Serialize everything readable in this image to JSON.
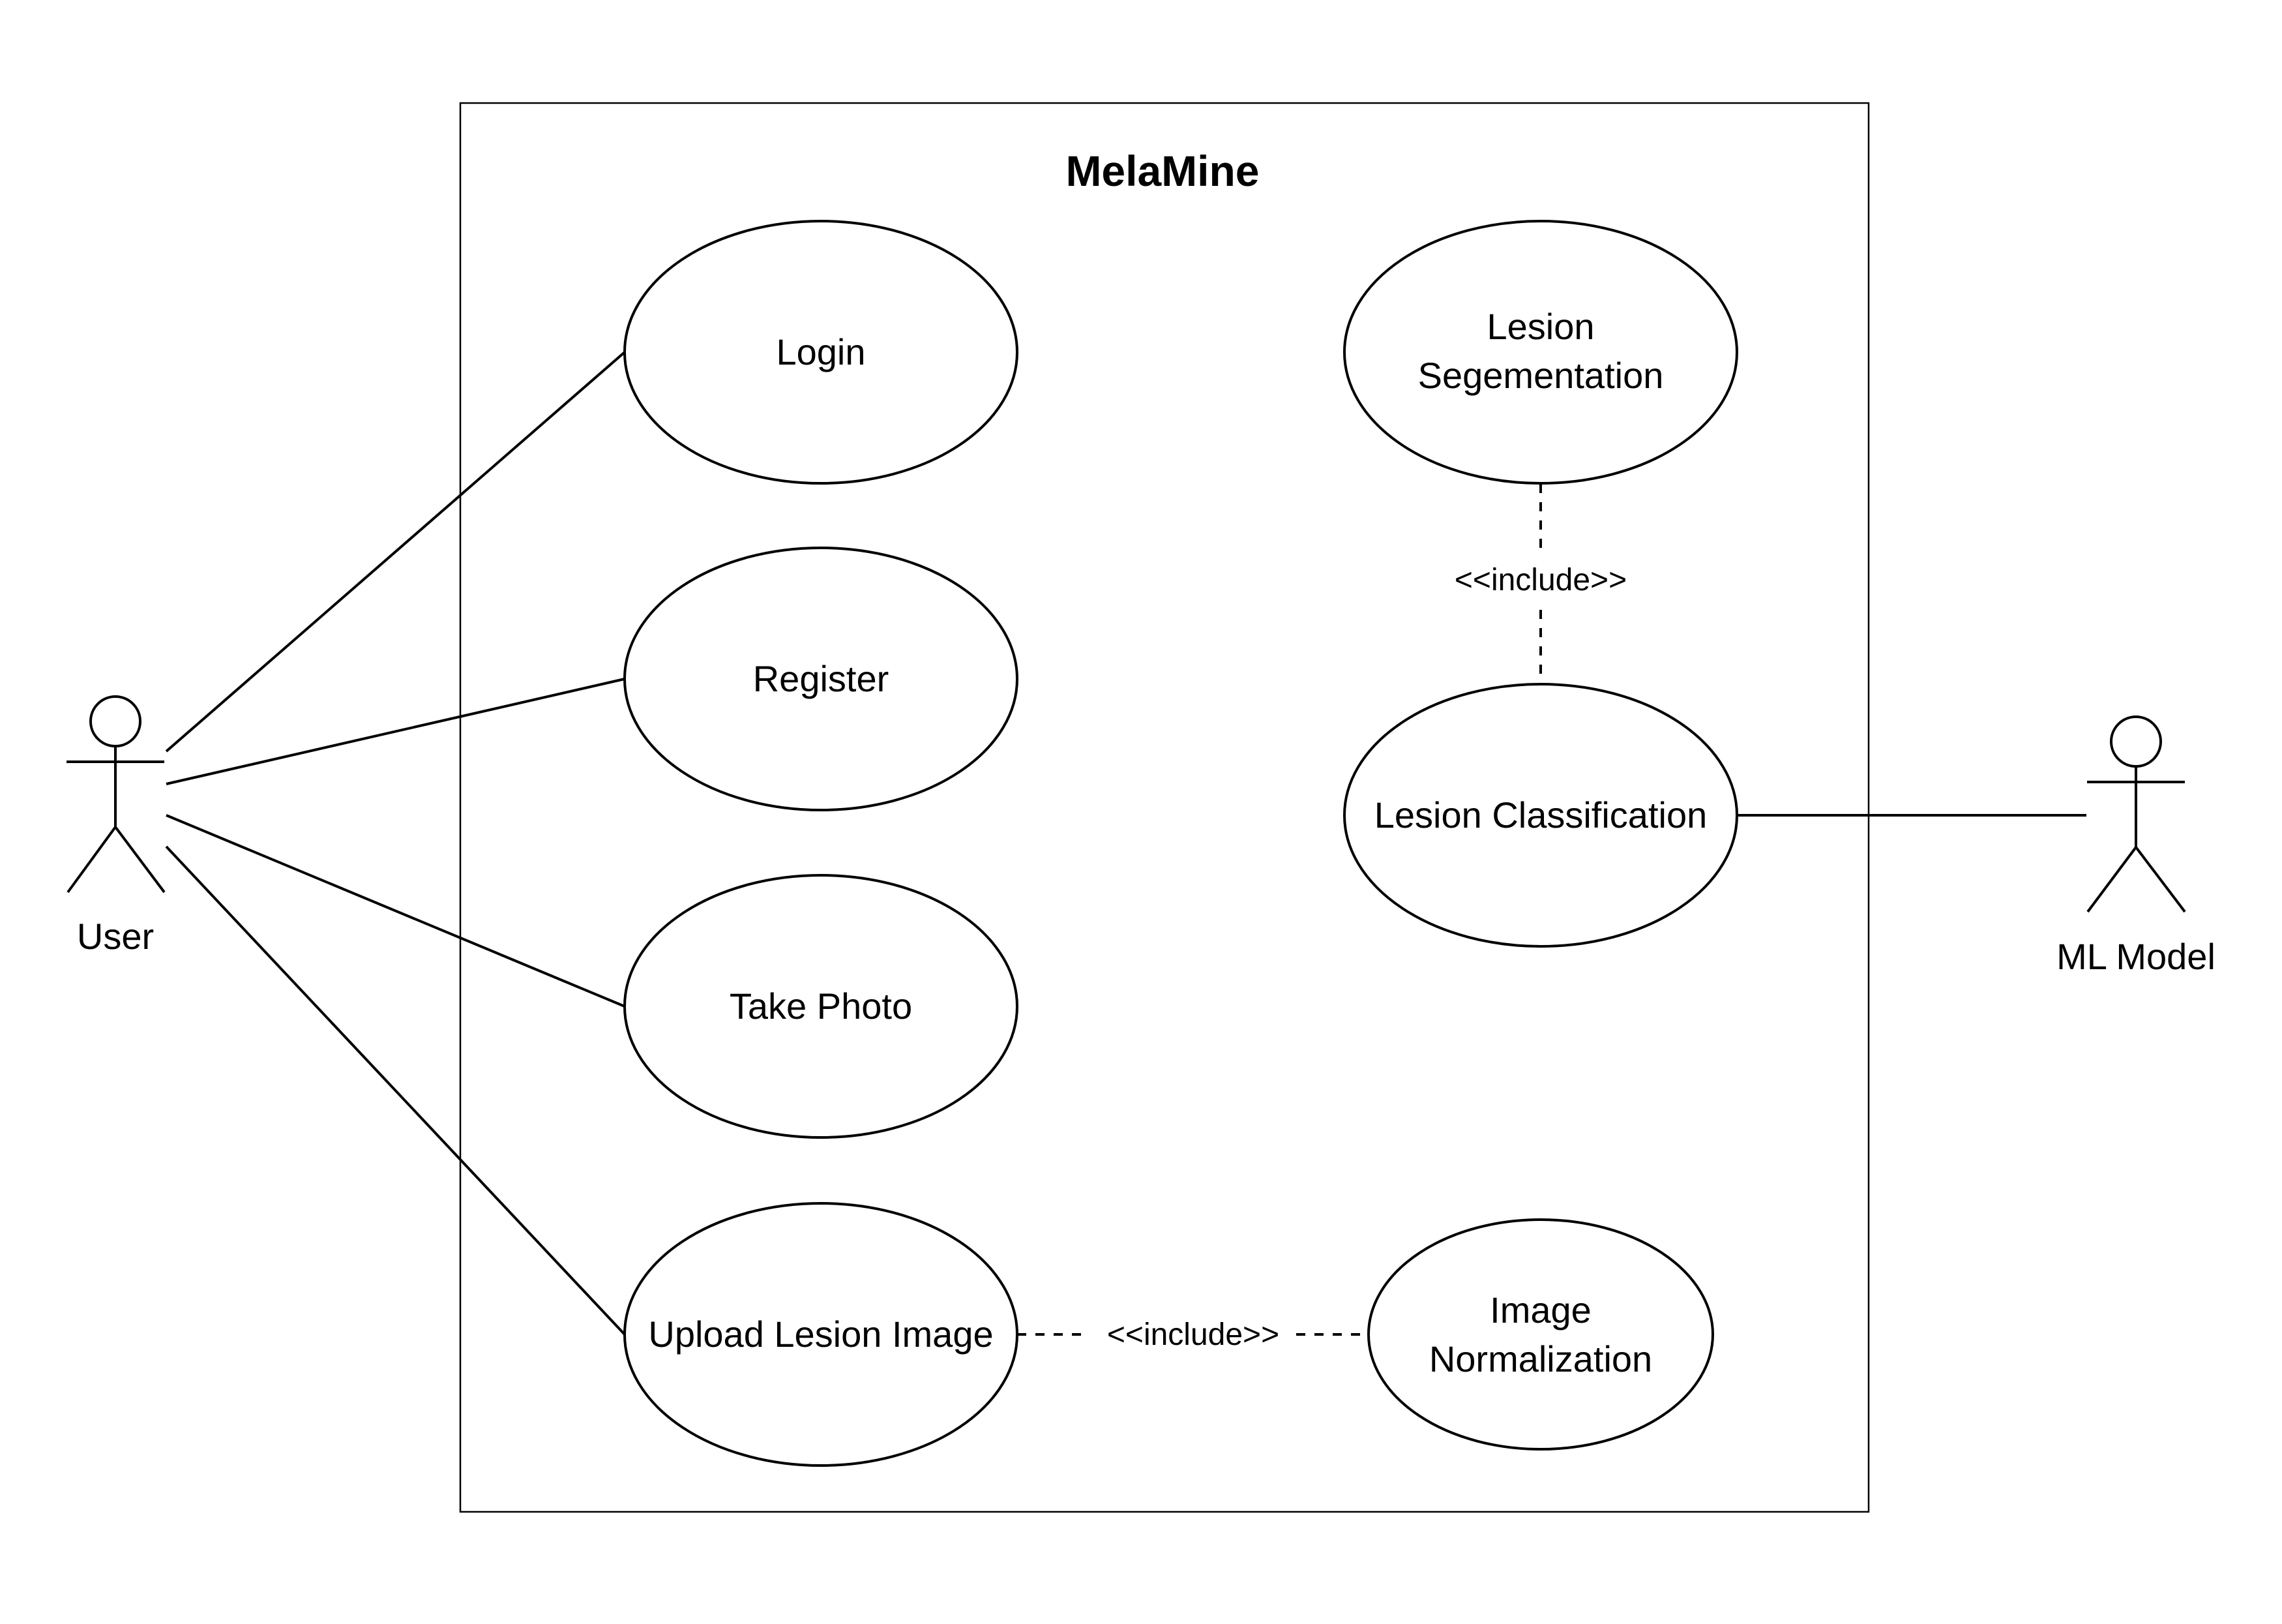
{
  "system": {
    "title": "MelaMine"
  },
  "actors": {
    "user": "User",
    "ml_model": "ML Model"
  },
  "use_cases": {
    "login": "Login",
    "register": "Register",
    "take_photo": "Take Photo",
    "upload_image": "Upload Lesion Image",
    "segmentation_line1": "Lesion",
    "segmentation_line2": "Segementation",
    "classification": "Lesion Classification",
    "normalization_line1": "Image",
    "normalization_line2": "Normalization"
  },
  "relations": {
    "include_segmentation": "<<include>>",
    "include_normalization": "<<include>>"
  }
}
